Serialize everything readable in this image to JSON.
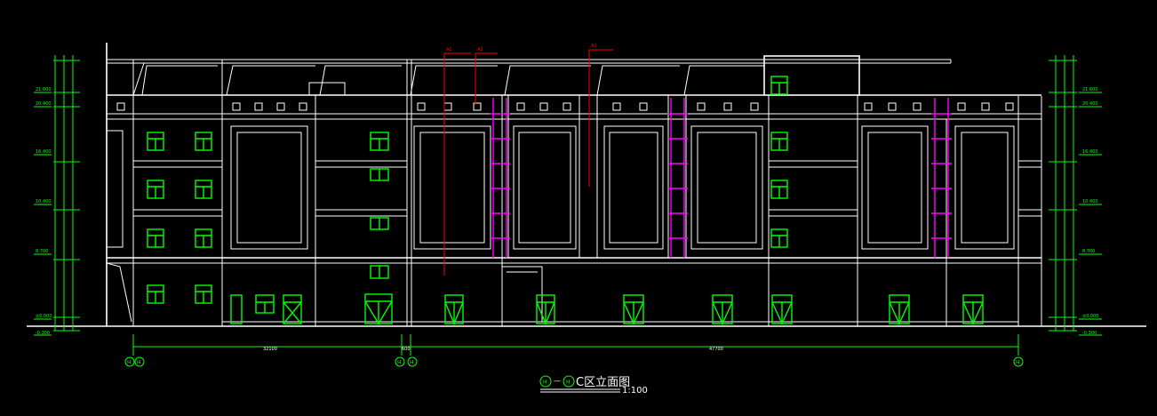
{
  "title": {
    "axis_from": "H",
    "dash": "—",
    "axis_to": "H",
    "name": "C区立面图",
    "scale": "1:100"
  },
  "axes": {
    "a1": "H",
    "a2": "H",
    "a3": "H",
    "a4": "H",
    "a5": "H"
  },
  "dimensions": {
    "span_left": "32100",
    "span_gap": "600",
    "span_right": "47700"
  },
  "left_elevations": [
    "21.600",
    "20.400",
    "16.400",
    "10.400",
    "8.700",
    "±0.000",
    "-0.300"
  ],
  "right_elevations": [
    "21.600",
    "20.400",
    "16.400",
    "10.400",
    "8.700",
    "±0.000",
    "-0.300"
  ],
  "red_labels": [
    "A1",
    "A2",
    "A3"
  ],
  "colors": {
    "background": "#000000",
    "lines": "#ffffff",
    "windows": "#00ff00",
    "accent": "#ff00ff",
    "annotation": "#ff0000"
  }
}
